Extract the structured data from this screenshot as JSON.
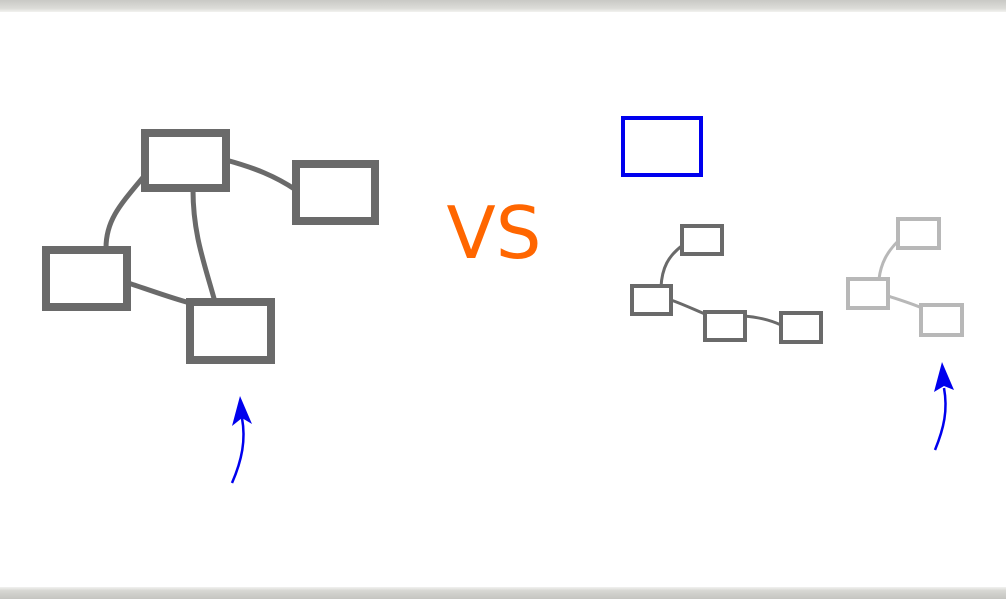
{
  "center_label": "VS",
  "colors": {
    "node_dark": "#6a6a6a",
    "node_light": "#b8b8b8",
    "accent_blue": "#0000ee",
    "vs_orange": "#ff6600",
    "frame_bar": "#d3d3cf",
    "background": "#ffffff"
  },
  "left_graph": {
    "node_count": 4,
    "edge_count": 4
  },
  "right_graph": {
    "active_node_count": 4,
    "ghost_node_count": 3,
    "highlight_box": true
  },
  "icons": [
    "curved-arrow-icon",
    "curved-arrow-icon"
  ]
}
